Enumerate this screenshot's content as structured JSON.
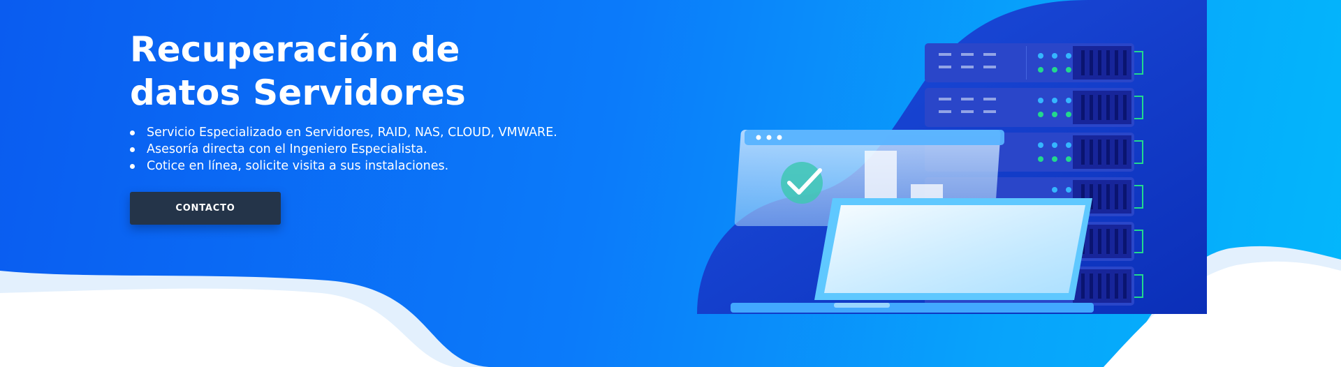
{
  "hero": {
    "title_lines": [
      "Recuperación de",
      "datos Servidores"
    ],
    "features": [
      "Servicio Especializado en Servidores, RAID, NAS, CLOUD, VMWARE.",
      "Asesoría directa con el Ingeniero Especialista.",
      "Cotice en línea, solicite visita a sus instalaciones."
    ],
    "cta_label": "CONTACTO"
  },
  "colors": {
    "gradient_start": "#0a5cf0",
    "gradient_end": "#03b7fb",
    "button_bg": "#243449",
    "server_rack": "#2a46c9",
    "server_front": "#17259a",
    "led_blue": "#35b6ff",
    "led_green": "#22d98c"
  },
  "icons": {
    "check": "check-circle-icon",
    "server": "server-rack-icon",
    "laptop": "laptop-icon"
  }
}
